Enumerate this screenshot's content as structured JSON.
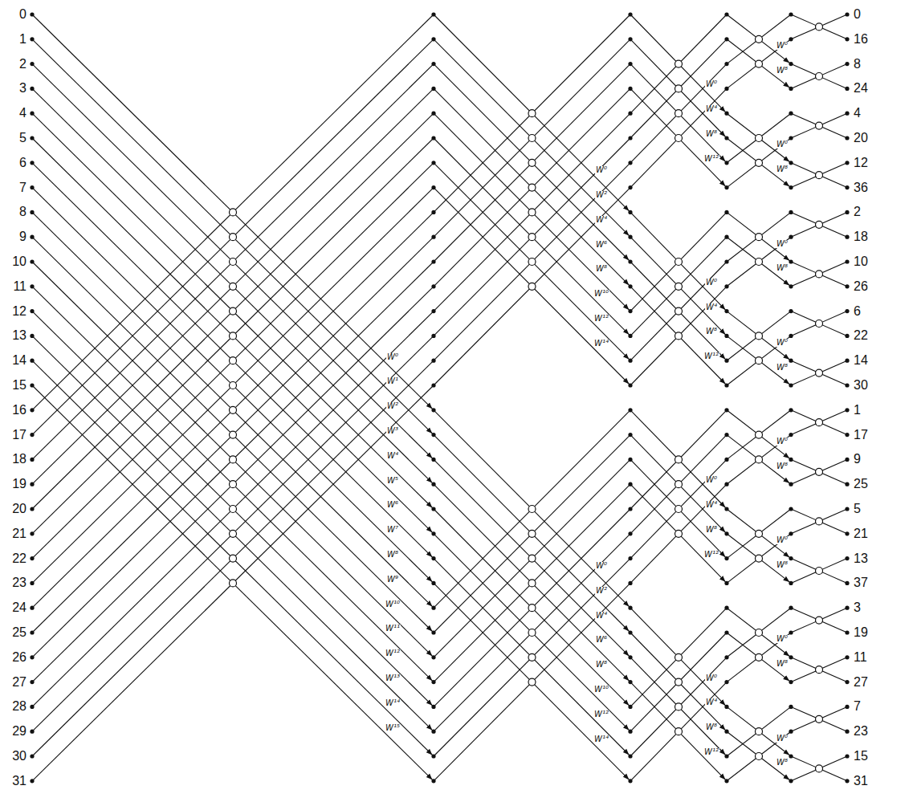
{
  "diagram": {
    "labels": [
      "0",
      "1",
      "2",
      "3",
      "4",
      "5",
      "6",
      "7",
      "8",
      "9",
      "10",
      "11",
      "12",
      "13",
      "14",
      "15",
      "16",
      "17",
      "18",
      "19",
      "20",
      "21",
      "22",
      "23",
      "24",
      "25",
      "26",
      "27",
      "28",
      "29",
      "30",
      "31",
      "W⁰",
      "W¹",
      "W²",
      "W³",
      "W⁴",
      "W⁵",
      "W⁶",
      "W⁷",
      "W⁸",
      "W⁹",
      "W¹⁰",
      "W¹¹",
      "W¹²",
      "W¹³",
      "W¹⁴",
      "W¹⁵",
      "W⁰",
      "W²",
      "W⁴",
      "W⁶",
      "W⁸",
      "W¹⁰",
      "W¹²",
      "W¹⁴",
      "W⁰",
      "W²",
      "W⁴",
      "W⁶",
      "W⁸",
      "W¹⁰",
      "W¹²",
      "W¹⁴",
      "W⁰",
      "W⁴",
      "W⁸",
      "W¹²",
      "W⁰",
      "W⁴",
      "W⁸",
      "W¹²",
      "W⁰",
      "W⁴",
      "W⁸",
      "W¹²",
      "W⁰",
      "W⁴",
      "W⁸",
      "W¹²",
      "W⁰",
      "W⁸",
      "W⁰",
      "W⁸",
      "W⁰",
      "W⁸",
      "W⁰",
      "W⁸",
      "W⁰",
      "W⁸",
      "W⁰",
      "W⁸",
      "W⁰",
      "W⁸",
      "W⁰",
      "W⁸",
      "0",
      "16",
      "8",
      "24",
      "4",
      "20",
      "12",
      "36",
      "2",
      "18",
      "10",
      "26",
      "6",
      "22",
      "14",
      "30",
      "1",
      "17",
      "9",
      "25",
      "5",
      "21",
      "13",
      "37",
      "3",
      "19",
      "11",
      "27",
      "7",
      "23",
      "15",
      "31"
    ]
  }
}
